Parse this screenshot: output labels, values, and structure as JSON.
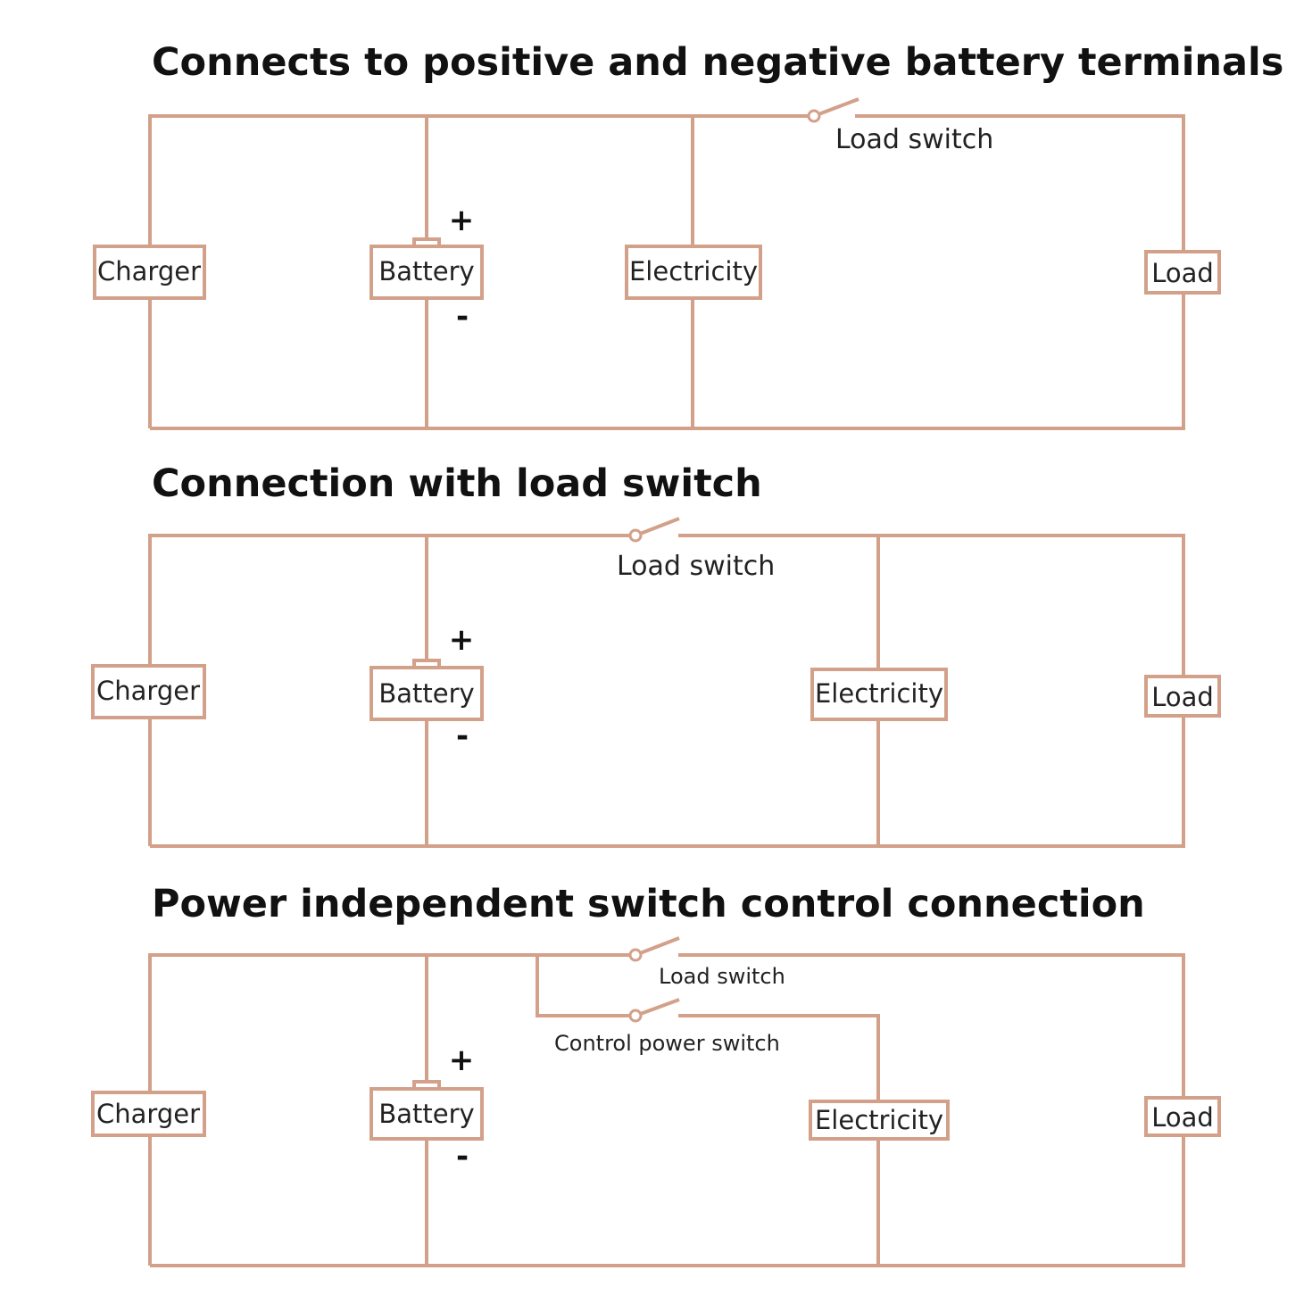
{
  "colors": {
    "wire": "#d3a08a",
    "text": "#111111",
    "background": "#ffffff"
  },
  "diagrams": [
    {
      "title": "Connects to positive and negative battery terminals",
      "charger": "Charger",
      "battery": "Battery",
      "electricity": "Electricity",
      "load": "Load",
      "load_switch": "Load switch",
      "plus": "+",
      "minus": "-"
    },
    {
      "title": "Connection with load switch",
      "charger": "Charger",
      "battery": "Battery",
      "electricity": "Electricity",
      "load": "Load",
      "load_switch": "Load switch",
      "plus": "+",
      "minus": "-"
    },
    {
      "title": "Power independent switch control connection",
      "charger": "Charger",
      "battery": "Battery",
      "electricity": "Electricity",
      "load": "Load",
      "load_switch": "Load switch",
      "control_switch": "Control power switch",
      "plus": "+",
      "minus": "-"
    }
  ]
}
